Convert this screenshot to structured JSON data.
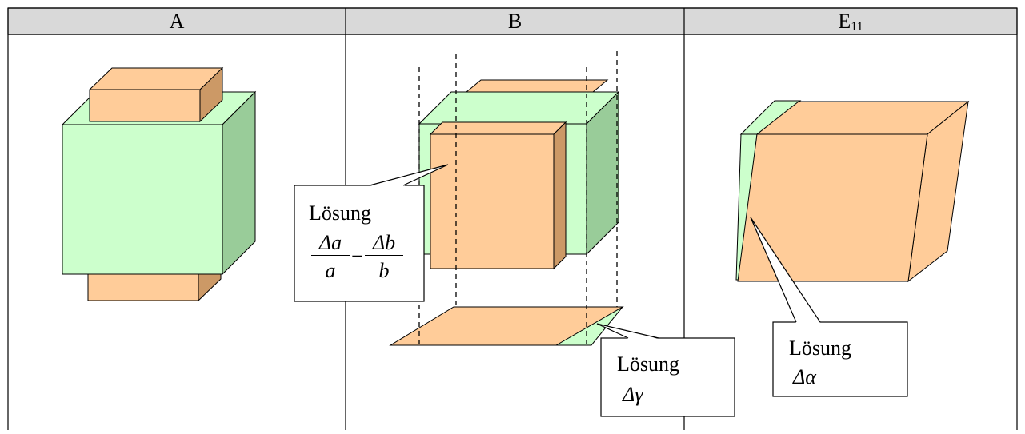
{
  "columns": [
    {
      "id": "A",
      "label": "A",
      "subscript": ""
    },
    {
      "id": "B",
      "label": "B",
      "subscript": ""
    },
    {
      "id": "E11",
      "label": "E",
      "subscript": "11"
    }
  ],
  "callouts": {
    "b_main": {
      "title": "Lösung",
      "term1_num": "Δa",
      "term1_den": "a",
      "minus": "−",
      "term2_num": "Δb",
      "term2_den": "b"
    },
    "b_bottom": {
      "title": "Lösung",
      "symbol": "Δγ"
    },
    "e11": {
      "title": "Lösung",
      "symbol": "Δα"
    }
  },
  "colors": {
    "orange_face": "#FFCC99",
    "orange_side": "#CC9966",
    "green_face": "#CCFFCC",
    "green_side": "#99CC99",
    "header_bg": "#D9D9D9",
    "line": "#000000"
  }
}
